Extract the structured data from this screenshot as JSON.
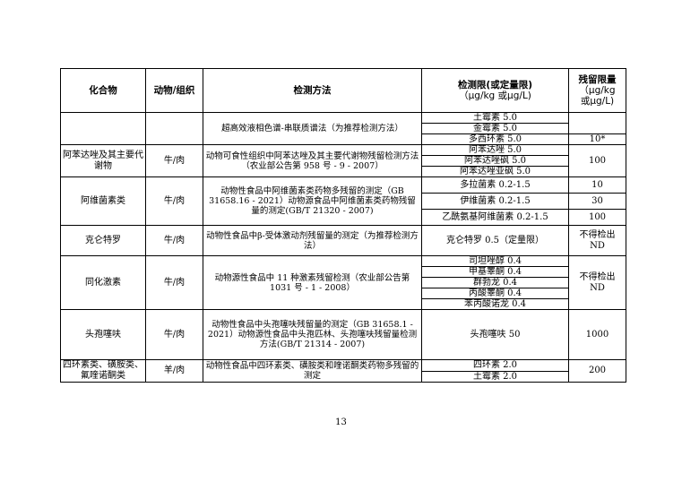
{
  "headers": {
    "compound": "化合物",
    "animal_tissue": "动物/组织",
    "method": "检测方法",
    "lod_line1": "检测限(或定量限)",
    "lod_line2": "（μg/kg 或μg/L)",
    "mrl_line1": "残留限量",
    "mrl_line2": "（μg/kg",
    "mrl_line3": "或μg/L)"
  },
  "rows": {
    "r1": {
      "method": "超高效液相色谱-串联质谱法（为推荐检测方法）",
      "d1": "土霉素 5.0",
      "d2": "金霉素 5.0",
      "d3": "多西环素 5.0",
      "mrl3": "10*"
    },
    "r2": {
      "compound": "阿苯达唑及其主要代谢物",
      "animal": "牛/肉",
      "method": "动物可食性组织中阿苯达唑及其主要代谢物残留检测方法（农业部公告第 958 号 - 9 - 2007）",
      "d1": "阿苯达唑 5.0",
      "d2": "阿苯达唑砜 5.0",
      "d3": "阿苯达唑亚砜 5.0",
      "mrl": "100"
    },
    "r3": {
      "compound": "阿维菌素类",
      "animal": "牛/肉",
      "method": "动物性食品中阿维菌素类药物多残留的测定（GB 31658.16 - 2021）动物源食品中阿维菌素类药物残留量的测定(GB/T 21320 - 2007)",
      "d1": "多拉菌素 0.2-1.5",
      "mrl1": "10",
      "d2": "伊维菌素 0.2-1.5",
      "mrl2": "30",
      "d3": "乙酰氨基阿维菌素 0.2-1.5",
      "mrl3": "100"
    },
    "r4": {
      "compound": "克仑特罗",
      "animal": "牛/肉",
      "method": "动物性食品中β-受体激动剂残留量的测定（为推荐检测方法）",
      "d1": "克仑特罗 0.5（定量限）",
      "mrl_line1": "不得检出",
      "mrl_line2": "ND"
    },
    "r5": {
      "compound": "同化激素",
      "animal": "牛/肉",
      "method": "动物源性食品中 11 种激素残留检测（农业部公告第 1031 号 - 1 - 2008）",
      "d1": "司坦唑醇 0.4",
      "d2": "甲基睾酮 0.4",
      "d3": "群勃龙 0.4",
      "d4": "丙酸睾酮 0.4",
      "d5": "苯丙酸诺龙 0.4",
      "mrl_line1": "不得检出",
      "mrl_line2": "ND"
    },
    "r6": {
      "compound": "头孢噻呋",
      "animal": "牛/肉",
      "method": "动物性食品中头孢噻呋残留量的测定（GB 31658.1 - 2021）动物源性食品中头孢匹林、头孢噻呋残留量检测方法(GB/T 21314 - 2007)",
      "d1": "头孢噻呋 50",
      "mrl": "1000"
    },
    "r7": {
      "compound": "四环素类、磺胺类、氟喹诺酮类",
      "animal": "羊/肉",
      "method": "动物性食品中四环素类、磺胺类和喹诺酮类药物多残留的测定",
      "d1": "四环素 2.0",
      "d2": "土霉素 2.0",
      "mrl": "200"
    }
  },
  "page_number": "13"
}
